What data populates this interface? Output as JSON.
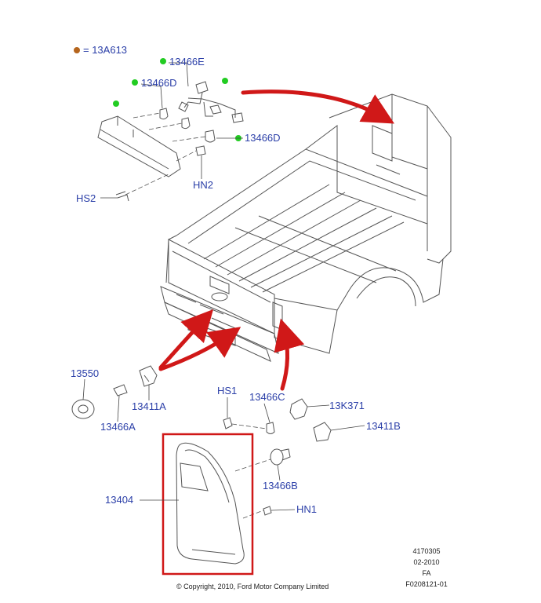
{
  "legend": {
    "symbol_text": "= 13A613",
    "symbol_color": "#b5651d"
  },
  "marker_color": "#22cc22",
  "arrow_color": "#d01818",
  "highlight_color": "#d01818",
  "label_color": "#2b3fa8",
  "callouts": {
    "c13466E": "13466E",
    "c13466D_top": "13466D",
    "c13466D_right": "13466D",
    "cHN2": "HN2",
    "cHS2": "HS2",
    "c13550": "13550",
    "c13411A": "13411A",
    "c13466A": "13466A",
    "cHS1": "HS1",
    "c13466C": "13466C",
    "c13K371": "13K371",
    "c13411B": "13411B",
    "c13404": "13404",
    "c13466B": "13466B",
    "cHN1": "HN1"
  },
  "footer": {
    "copyright": "© Copyright, 2010, Ford Motor Company Limited",
    "ref_number": "4170305",
    "date": "02-2010",
    "code": "FA",
    "figure_id": "F0208121-01"
  }
}
